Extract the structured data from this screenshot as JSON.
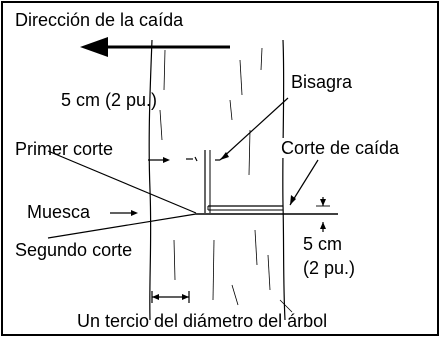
{
  "labels": {
    "direction": "Dirección de la caída",
    "notch_size": "5 cm (2 pu.)",
    "hinge": "Bisagra",
    "first_cut": "Primer corte",
    "felling_cut": "Corte de caída",
    "notch": "Muesca",
    "second_cut": "Segundo corte",
    "stump_height": "5 cm",
    "stump_height_in": "(2 pu.)",
    "diameter_third": "Un tercio del diámetro del árbol"
  }
}
